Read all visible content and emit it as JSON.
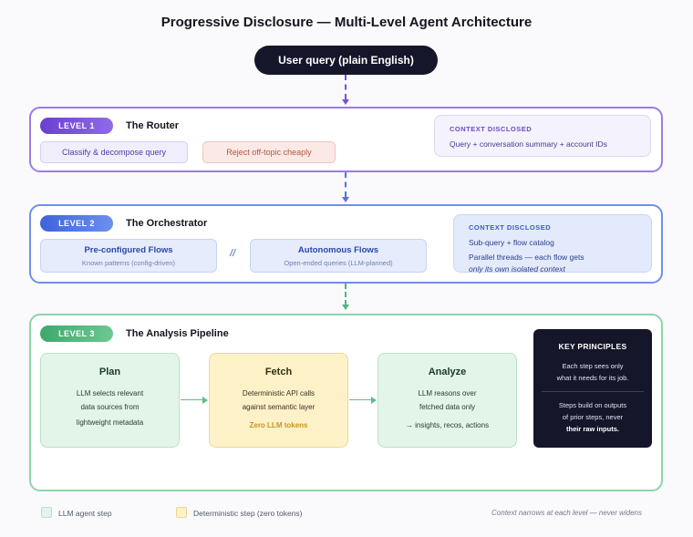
{
  "title": "Progressive Disclosure — Multi-Level Agent Architecture",
  "query": "User query (plain English)",
  "level1": {
    "badge": "LEVEL 1",
    "title": "The Router",
    "chips": [
      "Classify & decompose query",
      "Reject off-topic cheaply"
    ],
    "context_heading": "CONTEXT DISCLOSED",
    "context_lines": [
      "Query + conversation summary + account IDs"
    ]
  },
  "level2": {
    "badge": "LEVEL 2",
    "title": "The Orchestrator",
    "flows": [
      {
        "title": "Pre-configured Flows",
        "subtitle": "Known patterns (config-driven)"
      },
      {
        "title": "Autonomous Flows",
        "subtitle": "Open-ended queries (LLM-planned)"
      }
    ],
    "separator": "//",
    "context_heading": "CONTEXT DISCLOSED",
    "context_lines": [
      "Sub-query + flow catalog",
      "Parallel threads — each flow gets"
    ],
    "context_emphasis": "only its own isolated context"
  },
  "level3": {
    "badge": "LEVEL 3",
    "title": "The Analysis Pipeline",
    "steps": [
      {
        "title": "Plan",
        "lines": [
          "LLM selects relevant",
          "data sources from",
          "lightweight metadata"
        ]
      },
      {
        "title": "Fetch",
        "lines": [
          "Deterministic API calls",
          "against semantic layer"
        ],
        "extra": "Zero LLM tokens"
      },
      {
        "title": "Analyze",
        "lines": [
          "LLM reasons over",
          "fetched data only"
        ],
        "extra": "→ insights, recos, actions"
      }
    ],
    "principles": {
      "heading": "KEY PRINCIPLES",
      "group1": [
        "Each step sees only",
        "what it needs for its job."
      ],
      "group2": [
        "Steps build on outputs",
        "of prior steps, never",
        "their raw inputs."
      ]
    }
  },
  "legend": {
    "items": [
      "LLM agent step",
      "Deterministic step (zero tokens)"
    ],
    "note": "Context narrows at each level — never widens"
  },
  "colors": {
    "level1": "#7c4dd6",
    "level2": "#4f74e0",
    "level3": "#4fb57c",
    "dark": "#15162a",
    "reject": "#c0584a",
    "fetch_accent": "#c99520"
  }
}
